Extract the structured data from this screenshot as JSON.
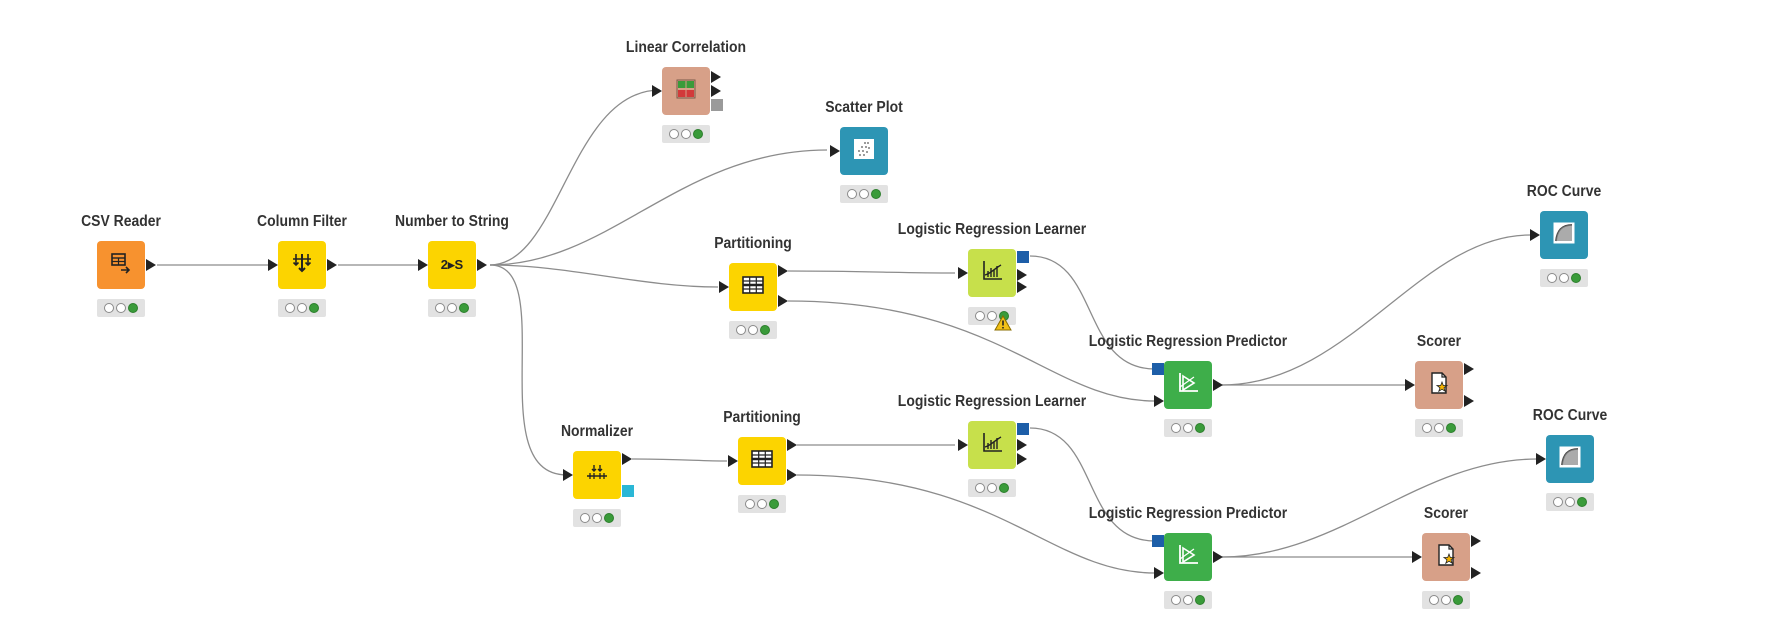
{
  "colors": {
    "reader": "#f7922f",
    "manipulator": "#fcd400",
    "visualizer": "#2d95b4",
    "learner": "#c7e04b",
    "predictor": "#3eae4a",
    "other": "#d7a088",
    "model_port": "#1d5ea8",
    "normalizer_port": "#2ab7d6",
    "image_port": "#9a9a9a",
    "edge": "#8c8c8c",
    "status_on": "#3a9b3a",
    "warning": "#f2c017"
  },
  "nodes": [
    {
      "id": "csv-reader",
      "label": "CSV Reader",
      "icon": "table-arrow-icon",
      "status": "executed"
    },
    {
      "id": "column-filter",
      "label": "Column Filter",
      "icon": "filter-arrows-icon",
      "status": "executed"
    },
    {
      "id": "number-to-string",
      "label": "Number to String",
      "icon": "number-to-string-icon",
      "icon_text": "2▸S",
      "status": "executed"
    },
    {
      "id": "linear-correlation",
      "label": "Linear Correlation",
      "icon": "correlation-matrix-icon",
      "status": "executed"
    },
    {
      "id": "scatter-plot",
      "label": "Scatter Plot",
      "icon": "scatter-dots-icon",
      "status": "executed"
    },
    {
      "id": "partitioning-1",
      "label": "Partitioning",
      "icon": "partition-grid-icon",
      "status": "executed"
    },
    {
      "id": "lr-learner-1",
      "label": "Logistic Regression Learner",
      "icon": "regression-chart-icon",
      "status": "warning"
    },
    {
      "id": "lr-predictor-1",
      "label": "Logistic Regression Predictor",
      "icon": "predictor-icon",
      "status": "executed"
    },
    {
      "id": "roc-curve-1",
      "label": "ROC Curve",
      "icon": "roc-curve-icon",
      "status": "executed"
    },
    {
      "id": "scorer-1",
      "label": "Scorer",
      "icon": "scorer-doc-icon",
      "status": "executed"
    },
    {
      "id": "normalizer",
      "label": "Normalizer",
      "icon": "normalizer-icon",
      "status": "executed"
    },
    {
      "id": "partitioning-2",
      "label": "Partitioning",
      "icon": "partition-grid-icon",
      "status": "executed"
    },
    {
      "id": "lr-learner-2",
      "label": "Logistic Regression Learner",
      "icon": "regression-chart-icon",
      "status": "executed"
    },
    {
      "id": "lr-predictor-2",
      "label": "Logistic Regression Predictor",
      "icon": "predictor-icon",
      "status": "executed"
    },
    {
      "id": "roc-curve-2",
      "label": "ROC Curve",
      "icon": "roc-curve-icon",
      "status": "executed"
    },
    {
      "id": "scorer-2",
      "label": "Scorer",
      "icon": "scorer-doc-icon",
      "status": "executed"
    }
  ]
}
